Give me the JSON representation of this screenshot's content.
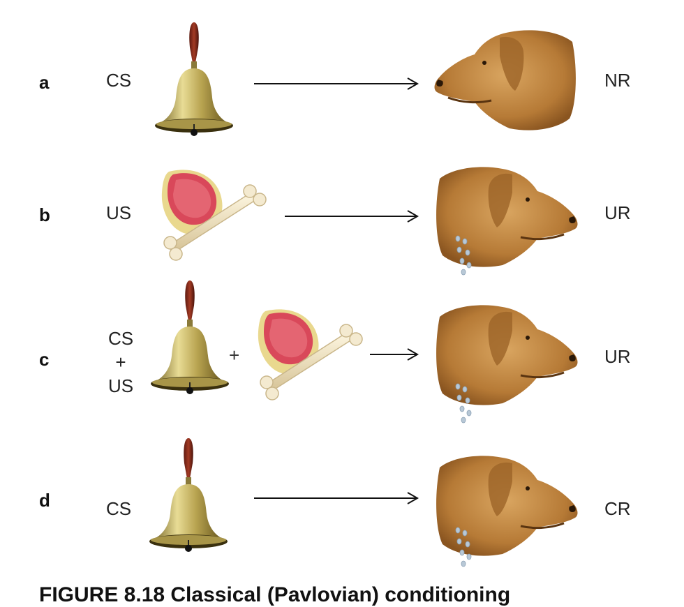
{
  "rows": [
    {
      "letter": "a",
      "stimulus": "CS",
      "response": "NR"
    },
    {
      "letter": "b",
      "stimulus": "US",
      "response": "UR"
    },
    {
      "letter": "c",
      "stimulus_top": "CS",
      "plus_left": "+",
      "stimulus_bottom": "US",
      "plus_mid": "+",
      "response": "UR"
    },
    {
      "letter": "d",
      "stimulus": "CS",
      "response": "CR"
    }
  ],
  "caption": "FIGURE 8.18  Classical (Pavlovian) conditioning",
  "icons": [
    "bell-icon",
    "meat-bone-icon",
    "dog-head-icon",
    "arrow-icon",
    "drool-icon"
  ]
}
